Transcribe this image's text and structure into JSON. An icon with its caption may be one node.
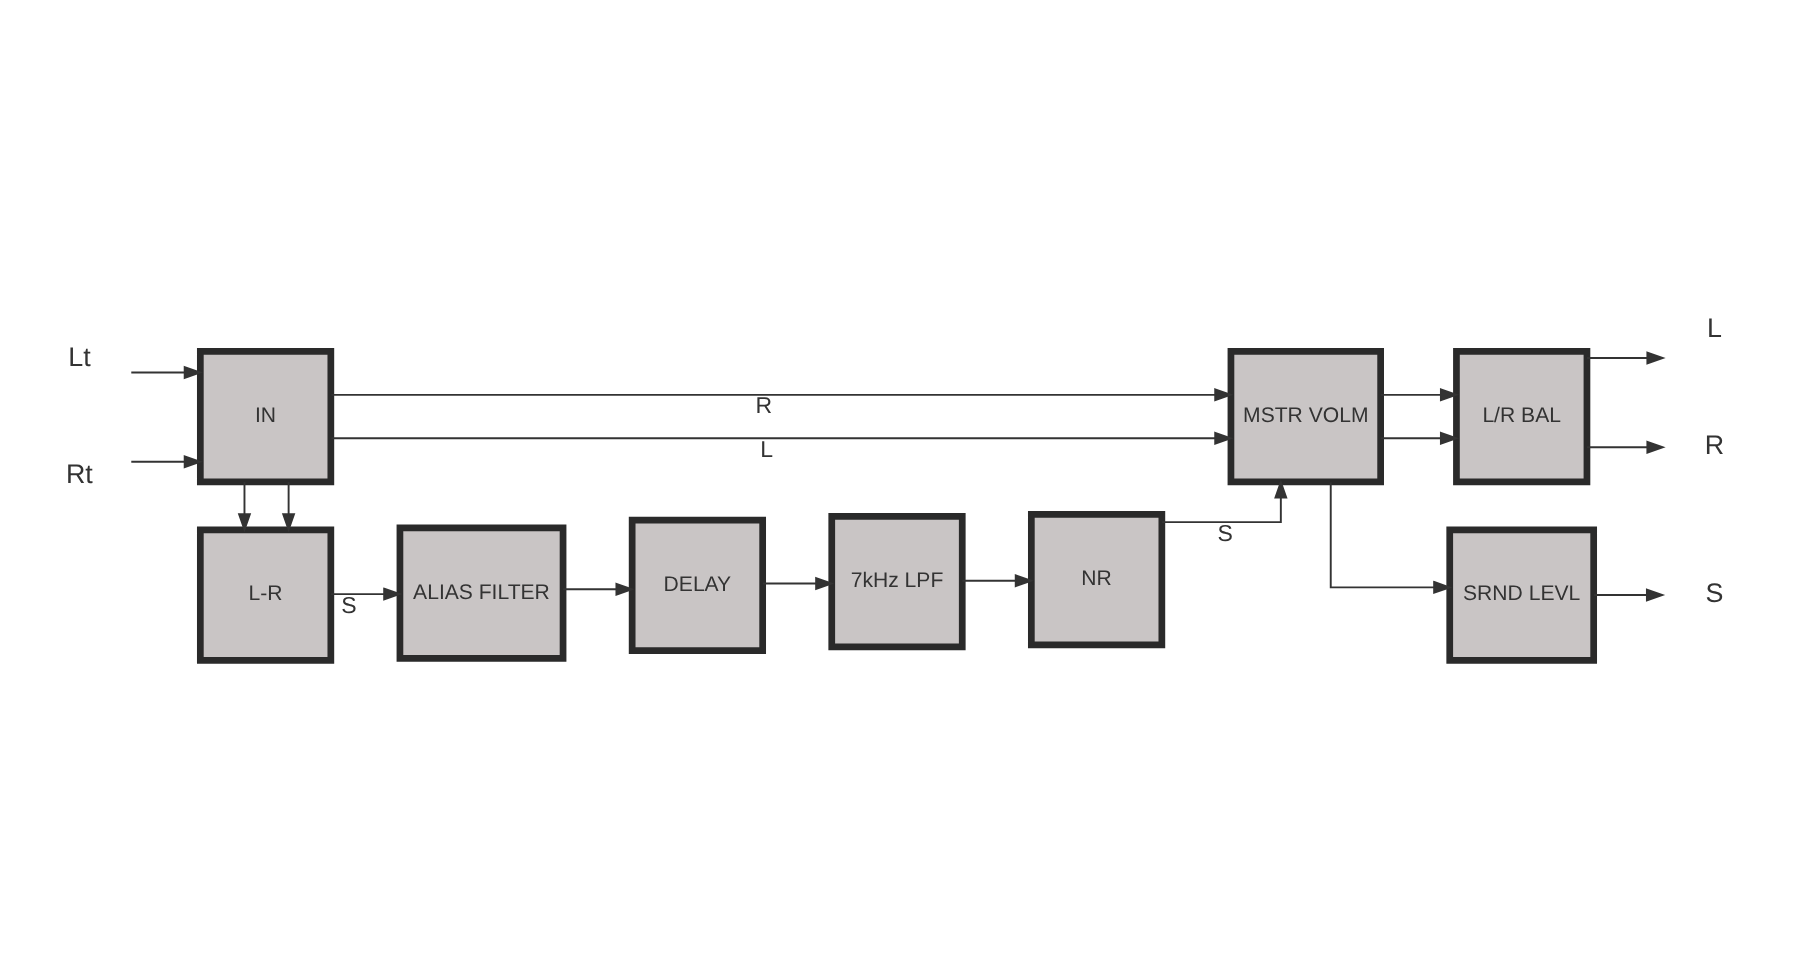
{
  "diagram": {
    "nodes": [
      {
        "text": [
          "Lt"
        ]
      },
      {
        "text": [
          "Rt"
        ]
      },
      {
        "text": [
          "IN"
        ]
      },
      {
        "text": [
          "MSTR VOLM"
        ]
      },
      {
        "text": [
          "L/R BAL"
        ]
      },
      {
        "text": [
          "L"
        ]
      },
      {
        "text": [
          "R"
        ]
      },
      {
        "text": [
          "L-R"
        ]
      },
      {
        "text": [
          "SRND LEVL"
        ]
      },
      {
        "text": [
          "S"
        ]
      },
      {
        "text": [
          "ALIAS FILTER"
        ]
      },
      {
        "text": [
          "DELAY"
        ]
      },
      {
        "text": [
          "7kHz LPF"
        ]
      },
      {
        "text": [
          "NR"
        ]
      }
    ],
    "edges": [
      {
        "from": 0,
        "to": 2,
        "arrow": "to"
      },
      {
        "from": 1,
        "to": 2,
        "arrow": "to"
      },
      {
        "from": 2,
        "to": 3,
        "arrow": "to",
        "label": "L"
      },
      {
        "from": 2,
        "to": 3,
        "arrow": "to",
        "label": "R"
      },
      {
        "from": 2,
        "to": 7,
        "arrow": "to"
      },
      {
        "from": 2,
        "to": 7,
        "arrow": "to"
      },
      {
        "from": 3,
        "to": 4,
        "arrow": "to"
      },
      {
        "from": 3,
        "to": 4,
        "arrow": "to"
      },
      {
        "from": 4,
        "to": 5,
        "arrow": "to"
      },
      {
        "from": 4,
        "to": 6,
        "arrow": "to"
      },
      {
        "from": 3,
        "to": 8,
        "arrow": "to"
      },
      {
        "from": 8,
        "to": 9,
        "arrow": "to"
      },
      {
        "from": 7,
        "to": 10,
        "arrow": "to",
        "label": "S"
      },
      {
        "from": 10,
        "to": 11,
        "arrow": "to"
      },
      {
        "from": 11,
        "to": 12,
        "arrow": "to"
      },
      {
        "from": 12,
        "to": 13,
        "arrow": "to"
      },
      {
        "from": 13,
        "to": 3,
        "arrow": "to",
        "label": "S"
      }
    ]
  }
}
